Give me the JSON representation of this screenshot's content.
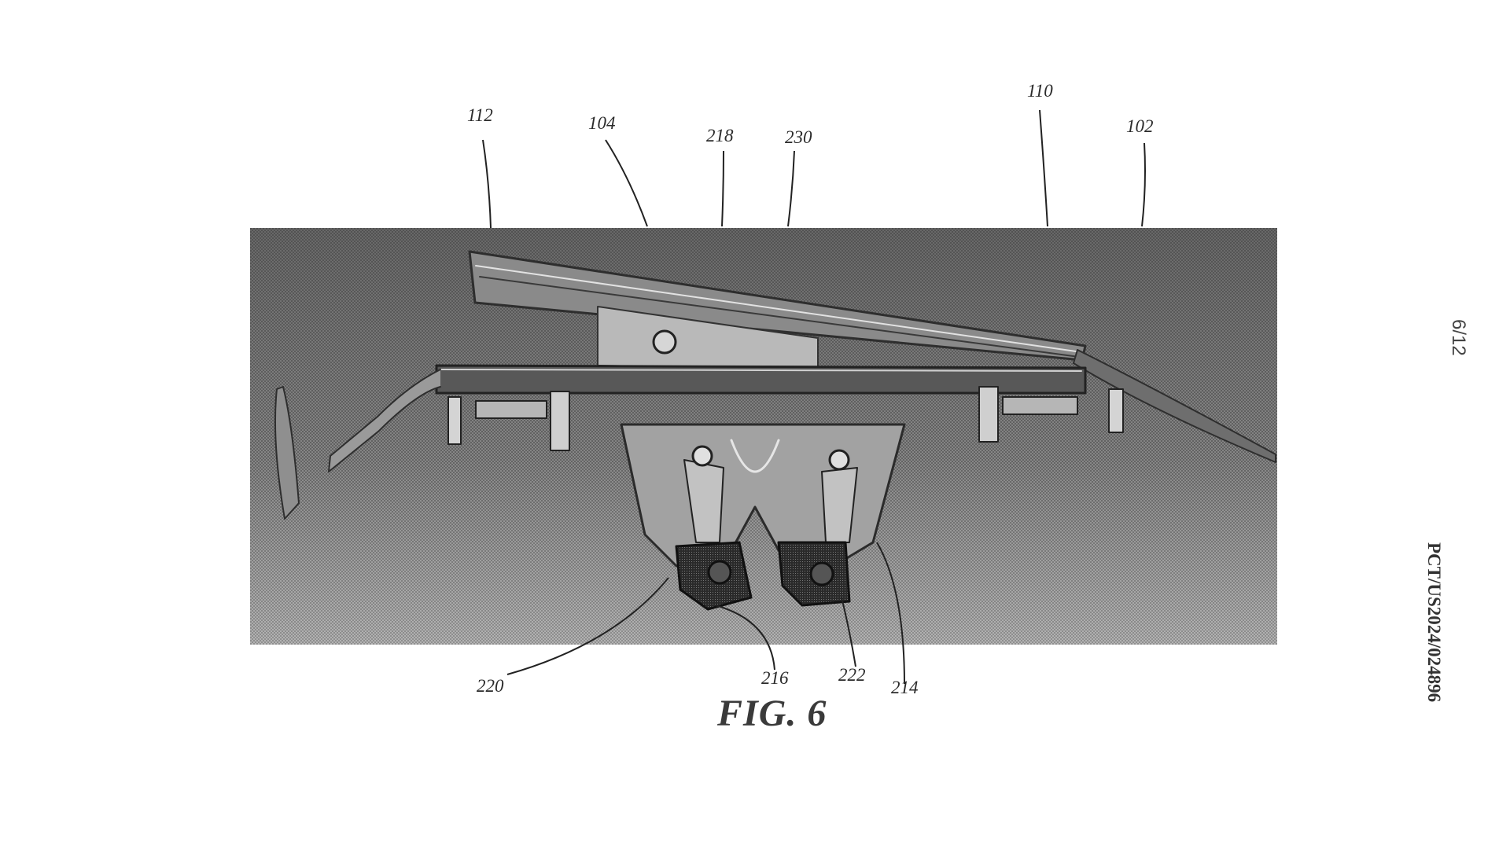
{
  "figure": {
    "title": "FIG. 6",
    "sheet_number": "6/12",
    "application_number": "PCT/US2024/024896"
  },
  "reference_numerals": [
    "112",
    "104",
    "218",
    "230",
    "110",
    "102",
    "220",
    "216",
    "222",
    "214"
  ],
  "colors": {
    "background": "#ffffff",
    "photo_dark": "#5b5b5b",
    "photo_light": "#a8a8a8",
    "label_text": "#2b2b2b"
  }
}
